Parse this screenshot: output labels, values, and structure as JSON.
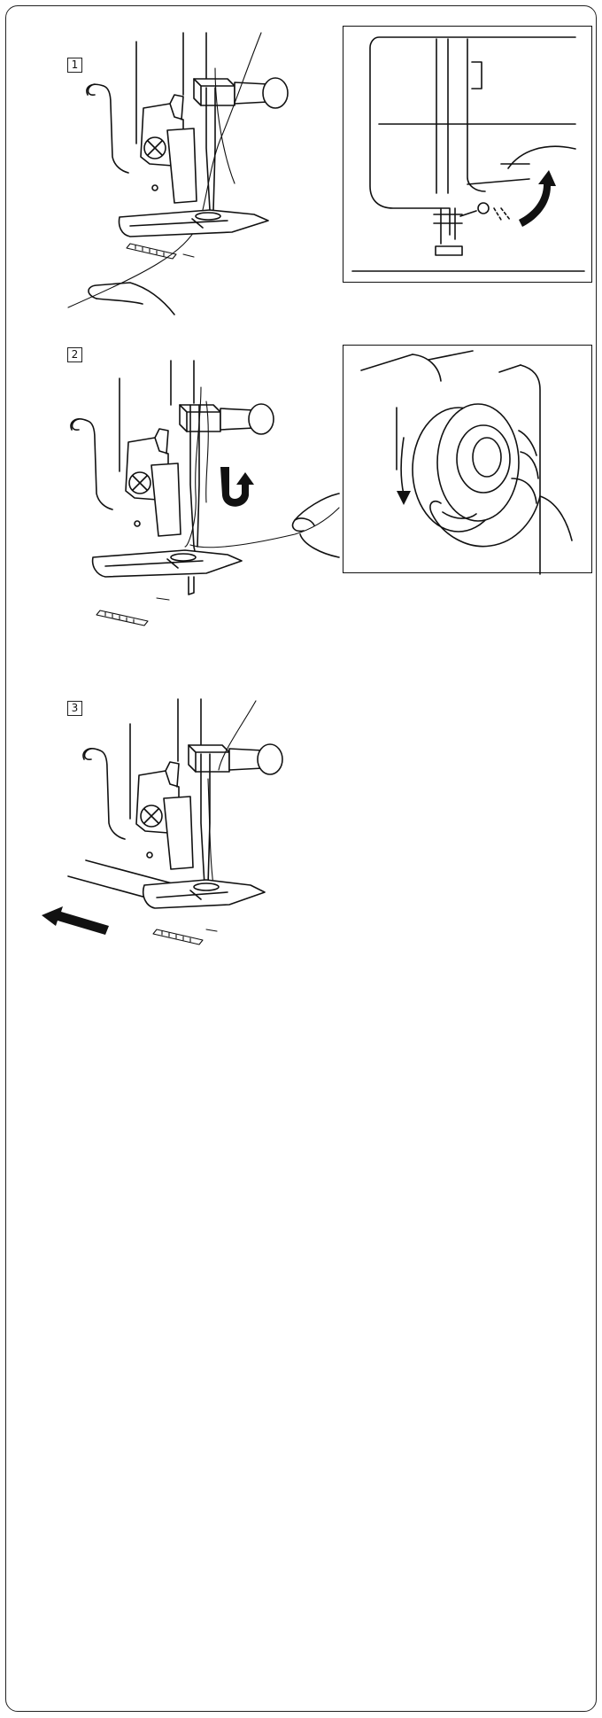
{
  "steps": [
    {
      "number": "1"
    },
    {
      "number": "2"
    },
    {
      "number": "3"
    }
  ],
  "icons": {
    "arrow_up": "curved-arrow-up-icon",
    "arrow_down": "curved-arrow-down-icon",
    "arrow_left": "arrow-left-icon"
  },
  "colors": {
    "ink": "#111111",
    "paper": "#ffffff"
  }
}
